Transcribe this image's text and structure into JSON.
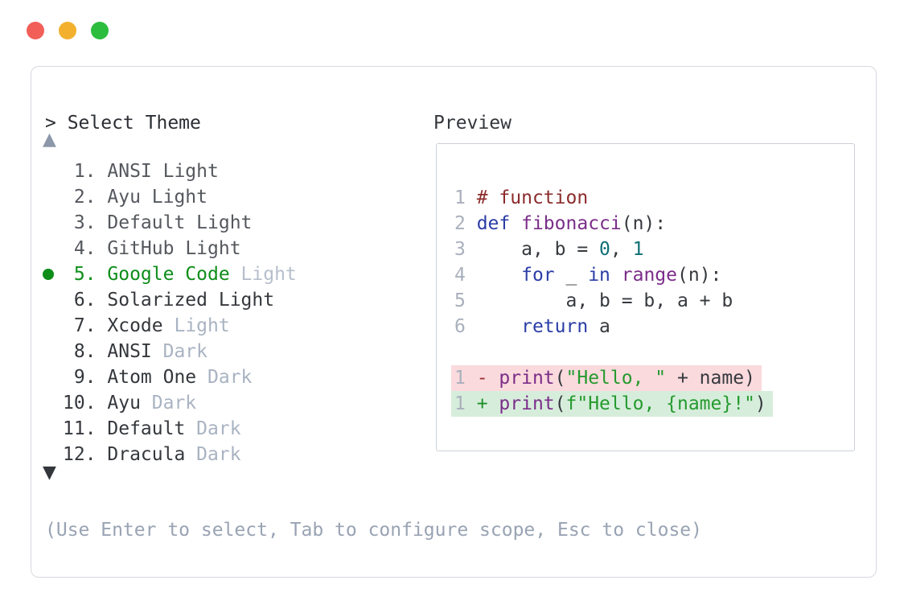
{
  "picker": {
    "title": "> Select Theme",
    "scroll_up": "▲",
    "scroll_down": "▼",
    "hint": "(Use Enter to select, Tab to configure scope, Esc to close)",
    "items": [
      {
        "number": "1.",
        "name": "ANSI",
        "suffix": "Light",
        "tone": "muted",
        "suffix_dim": false,
        "selected": false
      },
      {
        "number": "2.",
        "name": "Ayu",
        "suffix": "Light",
        "tone": "muted",
        "suffix_dim": false,
        "selected": false
      },
      {
        "number": "3.",
        "name": "Default",
        "suffix": "Light",
        "tone": "muted",
        "suffix_dim": false,
        "selected": false
      },
      {
        "number": "4.",
        "name": "GitHub",
        "suffix": "Light",
        "tone": "muted",
        "suffix_dim": false,
        "selected": false
      },
      {
        "number": "5.",
        "name": "Google Code",
        "suffix": "Light",
        "tone": "selected",
        "suffix_dim": true,
        "selected": true
      },
      {
        "number": "6.",
        "name": "Solarized",
        "suffix": "Light",
        "tone": "dark",
        "suffix_dim": false,
        "selected": false
      },
      {
        "number": "7.",
        "name": "Xcode",
        "suffix": "Light",
        "tone": "dark",
        "suffix_dim": true,
        "selected": false
      },
      {
        "number": "8.",
        "name": "ANSI",
        "suffix": "Dark",
        "tone": "dark",
        "suffix_dim": true,
        "selected": false
      },
      {
        "number": "9.",
        "name": "Atom One",
        "suffix": "Dark",
        "tone": "dark",
        "suffix_dim": true,
        "selected": false
      },
      {
        "number": "10.",
        "name": "Ayu",
        "suffix": "Dark",
        "tone": "dark",
        "suffix_dim": true,
        "selected": false
      },
      {
        "number": "11.",
        "name": "Default",
        "suffix": "Dark",
        "tone": "dark",
        "suffix_dim": true,
        "selected": false
      },
      {
        "number": "12.",
        "name": "Dracula",
        "suffix": "Dark",
        "tone": "dark",
        "suffix_dim": true,
        "selected": false
      }
    ]
  },
  "preview": {
    "label": "Preview",
    "code_lines": [
      {
        "num": "1",
        "kind": "code",
        "tokens": [
          {
            "c": "comment",
            "t": "# function"
          }
        ]
      },
      {
        "num": "2",
        "kind": "code",
        "tokens": [
          {
            "c": "kw",
            "t": "def"
          },
          {
            "c": "plain",
            "t": " "
          },
          {
            "c": "fn",
            "t": "fibonacci"
          },
          {
            "c": "plain",
            "t": "(n):"
          }
        ]
      },
      {
        "num": "3",
        "kind": "code",
        "tokens": [
          {
            "c": "plain",
            "t": "    a, b = "
          },
          {
            "c": "numlit",
            "t": "0"
          },
          {
            "c": "plain",
            "t": ", "
          },
          {
            "c": "numlit",
            "t": "1"
          }
        ]
      },
      {
        "num": "4",
        "kind": "code",
        "tokens": [
          {
            "c": "plain",
            "t": "    "
          },
          {
            "c": "kw",
            "t": "for"
          },
          {
            "c": "plain",
            "t": " _ "
          },
          {
            "c": "kw",
            "t": "in"
          },
          {
            "c": "plain",
            "t": " "
          },
          {
            "c": "fn",
            "t": "range"
          },
          {
            "c": "plain",
            "t": "(n):"
          }
        ]
      },
      {
        "num": "5",
        "kind": "code",
        "tokens": [
          {
            "c": "plain",
            "t": "        a, b = b, a + b"
          }
        ]
      },
      {
        "num": "6",
        "kind": "code",
        "tokens": [
          {
            "c": "plain",
            "t": "    "
          },
          {
            "c": "kw",
            "t": "return"
          },
          {
            "c": "plain",
            "t": " a"
          }
        ]
      },
      {
        "num": "",
        "kind": "blank",
        "tokens": []
      },
      {
        "num": "1",
        "kind": "removed",
        "tokens": [
          {
            "c": "minus",
            "t": "- "
          },
          {
            "c": "fn",
            "t": "print"
          },
          {
            "c": "plain",
            "t": "("
          },
          {
            "c": "str",
            "t": "\"Hello, \""
          },
          {
            "c": "plain",
            "t": " + name)"
          }
        ]
      },
      {
        "num": "1",
        "kind": "added",
        "tokens": [
          {
            "c": "plus",
            "t": "+ "
          },
          {
            "c": "fn",
            "t": "print"
          },
          {
            "c": "plain",
            "t": "("
          },
          {
            "c": "str",
            "t": "f\"Hello, {name}!\""
          },
          {
            "c": "plain",
            "t": ")"
          }
        ]
      }
    ]
  },
  "colors": {
    "light_red": "#f15f58",
    "light_yellow": "#f2b02e",
    "light_green": "#2cbd3e",
    "panel_border": "#d6d9df",
    "preview_border": "#cbd0d7",
    "title": "#2b2e33",
    "muted": "#55585e",
    "dark": "#34373c",
    "dim": "#a9b3c2",
    "dim_light": "#b6bfcc",
    "selected_green": "#0e8d19",
    "up_arrow": "#8c97a9",
    "down_arrow": "#33363b",
    "hint": "#99a3b3",
    "lno": "#a9b0bc",
    "comment": "#8b2b2b",
    "kw": "#2b3da6",
    "fn": "#7b2d89",
    "numlit": "#0e6f74",
    "str": "#259a2e",
    "plain": "#36393e",
    "minus": "#a33336",
    "plus": "#1d8f27",
    "bg_removed": "#fadadd",
    "bg_added": "#d7eddc"
  }
}
